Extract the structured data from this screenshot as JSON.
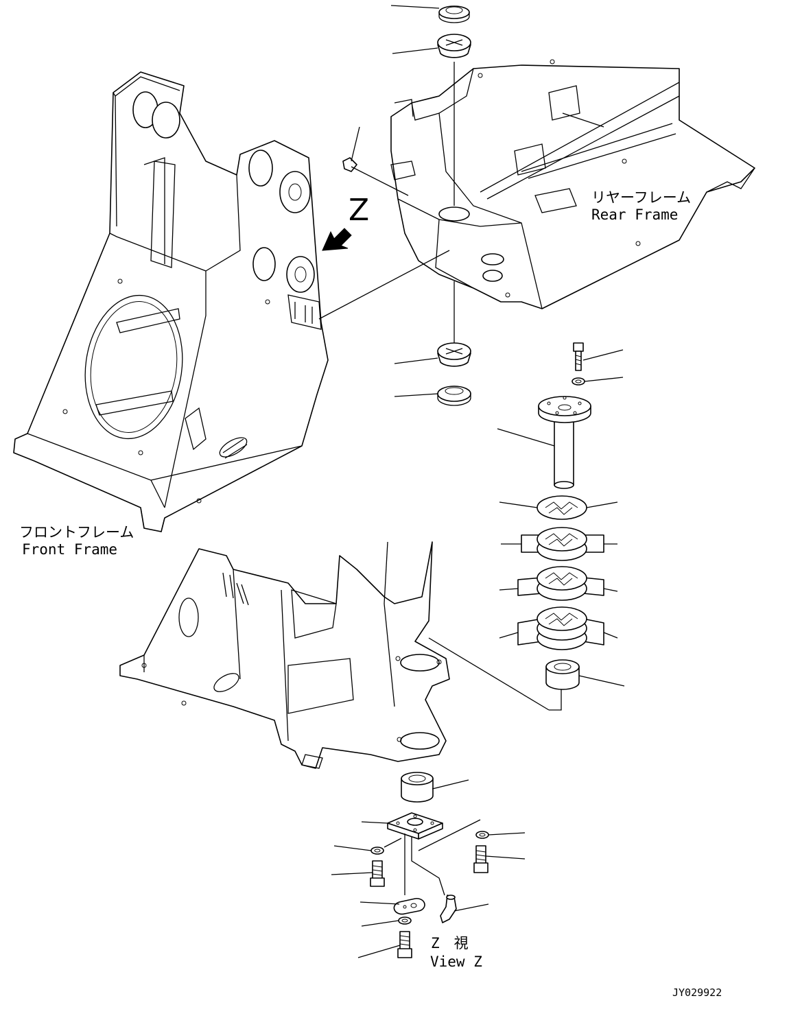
{
  "labels": {
    "rear_frame_jp": "リヤーフレーム",
    "rear_frame_en": "Rear Frame",
    "front_frame_jp": "フロントフレーム",
    "front_frame_en": "Front Frame",
    "view_letter": "Z",
    "view_z_jp": "Z　視",
    "view_z_en": "View Z",
    "drawing_id": "JY029922"
  }
}
